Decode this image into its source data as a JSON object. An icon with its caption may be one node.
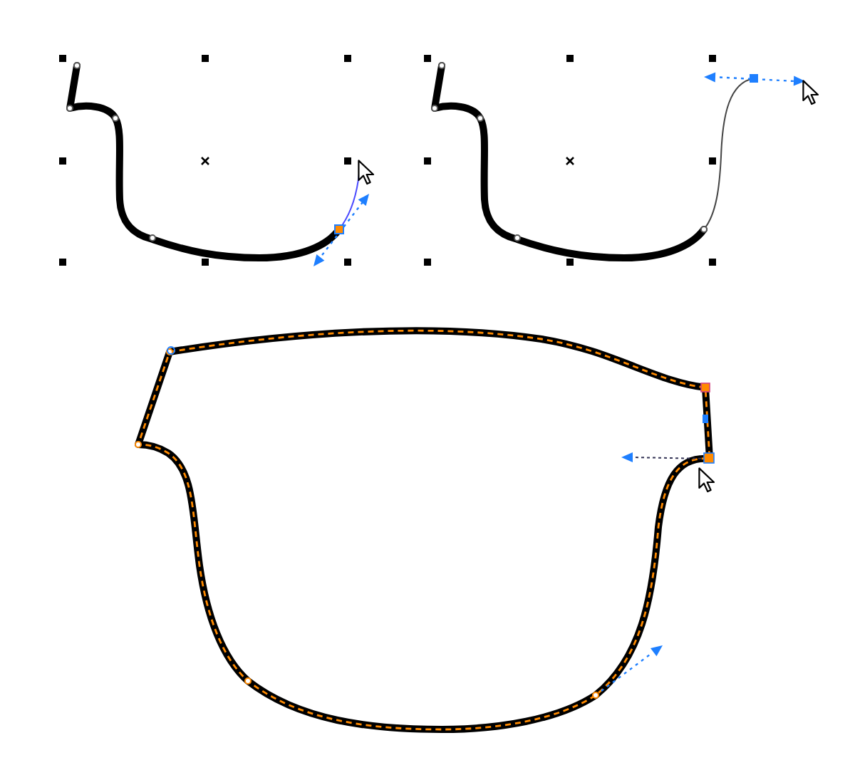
{
  "diagram": {
    "nodes": [
      {
        "text": [],
        "shape": "picture"
      },
      {
        "text": [],
        "shape": "picture"
      },
      {
        "text": [],
        "shape": "picture"
      }
    ]
  }
}
